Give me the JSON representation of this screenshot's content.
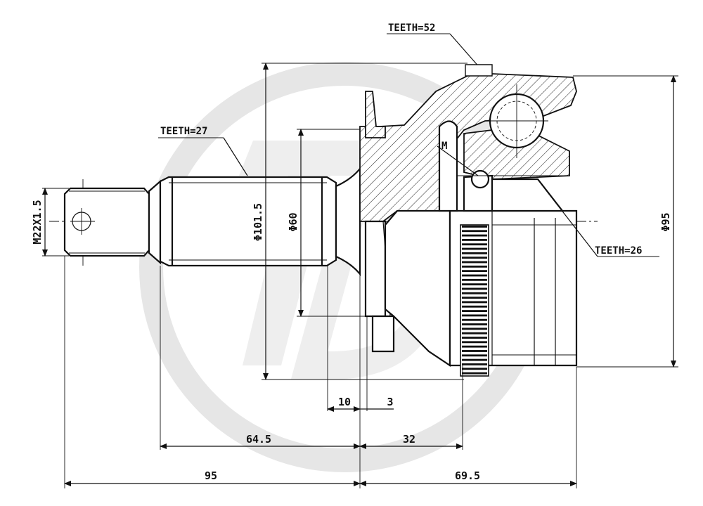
{
  "labels": {
    "teeth_outer": "TEETH=52",
    "teeth_shaft": "TEETH=27",
    "teeth_inner": "TEETH=26",
    "marker": "M"
  },
  "dimensions": {
    "thread": "M22X1.5",
    "dia_101_5": "Φ101.5",
    "dia_60": "Φ60",
    "dia_95": "Φ95",
    "d10": "10",
    "d3": "3",
    "d64_5": "64.5",
    "d32": "32",
    "d95": "95",
    "d69_5": "69.5"
  },
  "colors": {
    "line": "#111111",
    "watermark": "#e6e6e6"
  }
}
